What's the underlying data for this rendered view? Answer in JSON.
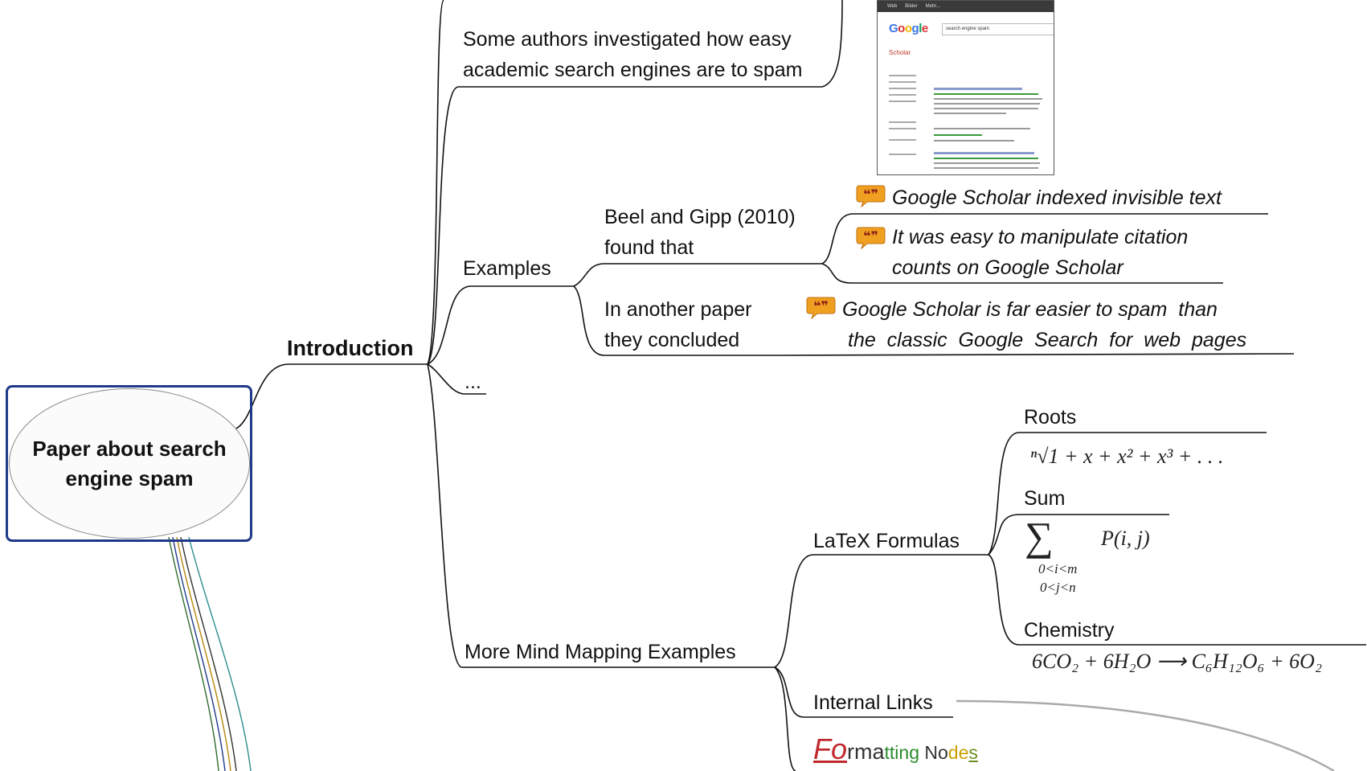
{
  "root": {
    "label": "Paper about search engine spam"
  },
  "introduction": {
    "label": "Introduction",
    "children": {
      "authors": {
        "line1": "Some authors investigated how easy",
        "line2": "academic search engines are to spam"
      },
      "examples": {
        "label": "Examples",
        "beel": {
          "line1": "Beel and Gipp (2010)",
          "line2": "found that"
        },
        "quote1": "Google Scholar indexed invisible text",
        "quote2_line1": "It was easy to manipulate citation",
        "quote2_line2": "counts on Google Scholar",
        "another": {
          "line1": "In another paper",
          "line2": "they concluded"
        },
        "quote3_line1": "Google Scholar is far easier to spam  than",
        "quote3_line2": "the  classic  Google  Search  for  web  pages"
      },
      "ellipsis": "..."
    }
  },
  "screenshot": {
    "logo": "Google",
    "query": "search engine spam",
    "scholar_label": "Scholar",
    "topbar": [
      "Web",
      "Bilder",
      "Mehr..."
    ]
  },
  "more": {
    "label": "More Mind Mapping Examples",
    "latex": {
      "label": "LaTeX Formulas",
      "roots_label": "Roots",
      "roots_formula": "ⁿ√1 + x + x² + x³ + . . .",
      "sum_label": "Sum",
      "sum_formula": "P(i, j)",
      "sum_sub1": "0<i<m",
      "sum_sub2": "0<j<n",
      "chem_label": "Chemistry",
      "chem_formula": "6CO₂ + 6H₂O ⟶ C₆H₁₂O₆ + 6O₂"
    },
    "internal_links": "Internal Links",
    "formatting": [
      "Fo",
      "rma",
      "tting",
      " No",
      "de",
      "s"
    ]
  },
  "colors": {
    "root_border": "#1f3a8a",
    "quote_icon": "#f0a020",
    "formatting": [
      "#c0282d",
      "#333333",
      "#2e8b2e",
      "#333333",
      "#c8a000",
      "#6b8e23"
    ]
  }
}
